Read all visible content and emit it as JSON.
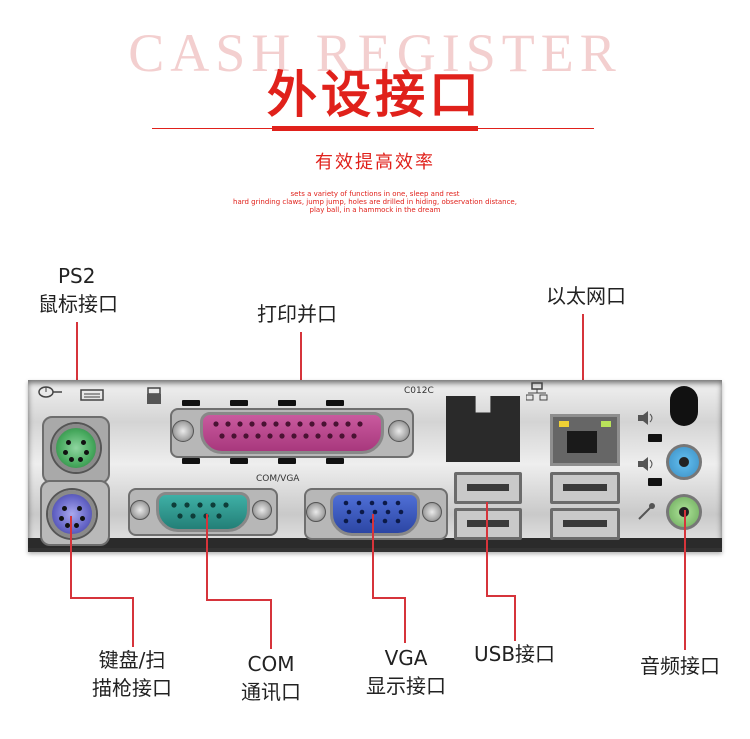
{
  "header": {
    "watermark": "CASH REGISTER",
    "title": "外设接口",
    "subtitle": "有效提高效率",
    "desc_lines": [
      "sets a variety of functions in one, sleep and rest",
      "hard grinding claws, jump jump, holes are drilled in hiding, observation distance,",
      "play ball, in a hammock in the dream"
    ]
  },
  "labels": {
    "ps2_line1": "PS2",
    "ps2_line2": "鼠标接口",
    "parallel": "打印并口",
    "ethernet": "以太网口",
    "keyboard_line1": "键盘/扫",
    "keyboard_line2": "描枪接口",
    "com_line1": "COM",
    "com_line2": "通讯口",
    "vga_line1": "VGA",
    "vga_line2": "显示接口",
    "usb": "USB接口",
    "audio": "音频接口"
  },
  "panel_text": {
    "com_vga": "COM/VGA",
    "parallel_code": "C012C"
  },
  "colors": {
    "accent_red": "#e0211b",
    "line_red": "#d6343b",
    "ps2_mouse": "#46a85d",
    "ps2_keyboard": "#6464c6",
    "parallel": "#a8387d",
    "com": "#237f77",
    "vga": "#2c46a4",
    "audio_line_in": "#3b8ec2",
    "audio_out": "#6aa85a"
  },
  "icons": [
    "mouse-icon",
    "keyboard-icon",
    "printer-icon",
    "network-icon",
    "audio-icon",
    "microphone-icon"
  ]
}
